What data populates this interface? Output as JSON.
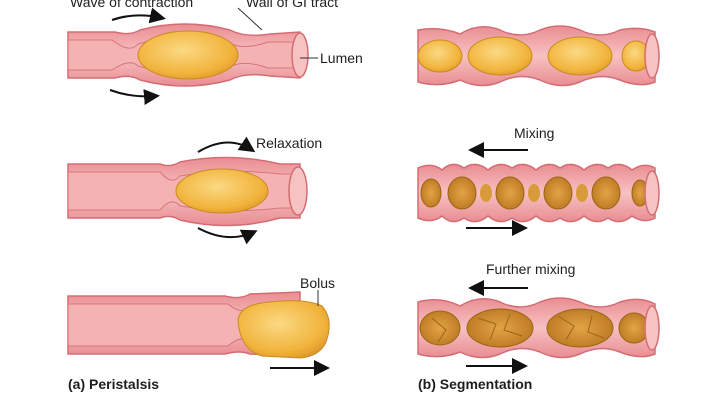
{
  "peristalsis": {
    "caption": "(a) Peristalsis",
    "wave_label": "Wave of contraction",
    "wall_label": "Wall of GI tract",
    "lumen_label": "Lumen",
    "relaxation_label": "Relaxation",
    "bolus_label": "Bolus"
  },
  "segmentation": {
    "caption": "(b) Segmentation",
    "mixing_label": "Mixing",
    "further_mixing_label": "Further mixing"
  },
  "colors": {
    "wall": "#f2a1a3",
    "wall_dark": "#d86a70",
    "lumen": "#f8c9c8",
    "bolus": "#f1b53d",
    "bolus_light": "#f8d57a",
    "bolus_dark": "#c9861c"
  }
}
